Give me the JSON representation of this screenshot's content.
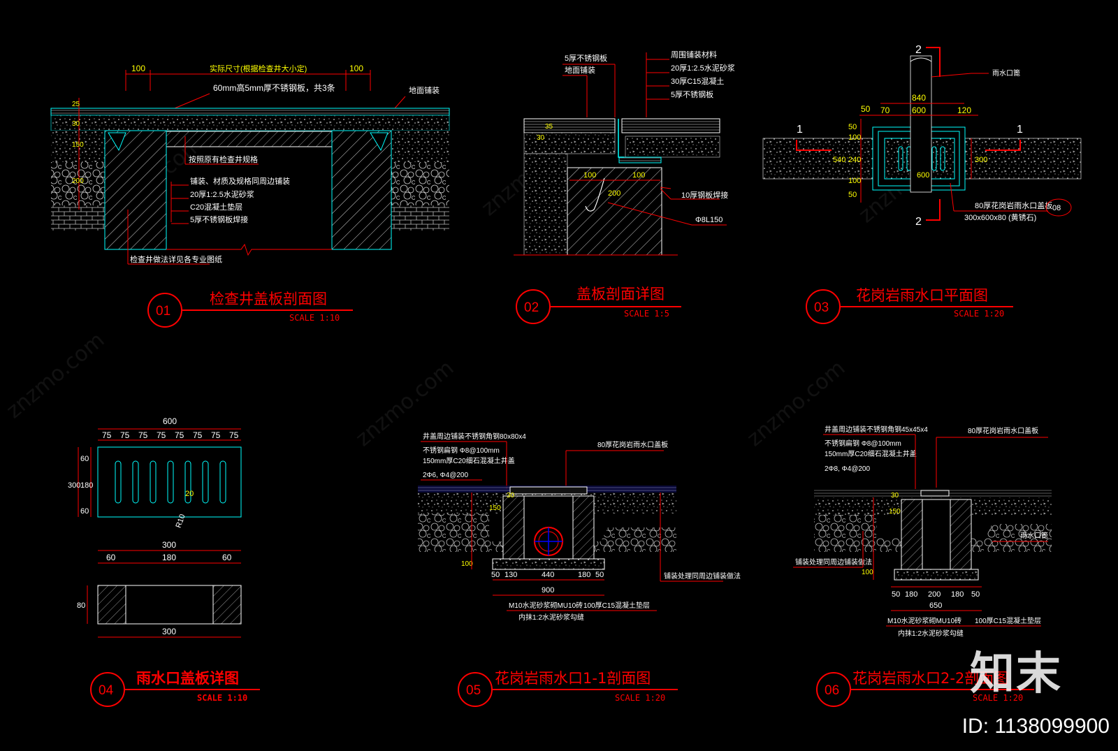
{
  "panels": [
    {
      "id": "01",
      "title": "检查井盖板剖面图",
      "scale": "SCALE 1:10"
    },
    {
      "id": "02",
      "title": "盖板剖面详图",
      "scale": "SCALE 1:5"
    },
    {
      "id": "03",
      "title": "花岗岩雨水口平面图",
      "scale": "SCALE 1:20"
    },
    {
      "id": "04",
      "title": "雨水口盖板详图",
      "scale": "SCALE 1:10"
    },
    {
      "id": "05",
      "title": "花岗岩雨水口1-1剖面图",
      "scale": "SCALE 1:20"
    },
    {
      "id": "06",
      "title": "花岗岩雨水口2-2剖面图",
      "scale": "SCALE 1:20"
    }
  ],
  "p01": {
    "dim_left": "100",
    "dim_right": "100",
    "dim_mid": "实际尺寸(根据检查井大小定)",
    "note_top": "60mm高5mm厚不锈钢板，共3条",
    "note_surface": "地面铺装",
    "layers": [
      "铺装、材质及规格同周边铺装",
      "20厚1:2.5水泥砂浆",
      "C20混凝土垫层",
      "5厚不锈钢板焊接"
    ],
    "note_mid": "按照原有检查井规格",
    "vert_dims": [
      "25",
      "30",
      "150",
      "200"
    ],
    "note_bottom": "检查井做法详见各专业图纸"
  },
  "p02": {
    "notes_left": [
      "5厚不锈钢板",
      "地面铺装"
    ],
    "notes_right": [
      "周围铺装材料",
      "20厚1:2.5水泥砂浆",
      "30厚C15混凝土",
      "5厚不锈钢板"
    ],
    "dims": [
      "100",
      "100",
      "200",
      "30",
      "35"
    ],
    "note_anchor": "10厚钢板焊接",
    "note_pipe": "Φ8L150"
  },
  "p03": {
    "section_marks": [
      "1",
      "1",
      "2",
      "2"
    ],
    "dims_top": [
      "840",
      "50",
      "70",
      "600",
      "120"
    ],
    "dims_left": [
      "50",
      "100",
      "540",
      "240",
      "100",
      "50"
    ],
    "dim_right": "300",
    "dim_inner": "600",
    "note_top": "雨水口篦",
    "note_bottom": "80厚花岗岩雨水口盖板",
    "note_size": "300x600x80 (黄锈石)",
    "detail_ref": "08"
  },
  "p04": {
    "top_total": "600",
    "top_parts": [
      "75",
      "75",
      "75",
      "75",
      "75",
      "75",
      "75",
      "75"
    ],
    "left_parts": [
      "60",
      "180",
      "60"
    ],
    "left_total": "300",
    "slot_w": "20",
    "slot_r": "R10",
    "bottom_total": "300",
    "bottom_parts": [
      "60",
      "180",
      "60"
    ],
    "section_h": "80",
    "section_total": "300"
  },
  "p05": {
    "notes_left": [
      "井盖周边铺装不锈钢角钢80x80x4",
      "不锈钢扁钢 Φ8@100mm",
      "150mm厚C20细石混凝土井盖",
      "2Φ6, Φ4@200"
    ],
    "note_right": "80厚花岗岩雨水口盖板",
    "dims_bottom": [
      "50",
      "130",
      "440",
      "180",
      "50"
    ],
    "dim_total": "900",
    "dim_v": [
      "30",
      "150",
      "100"
    ],
    "notes_bottom": [
      "M10水泥砂浆砌MU10砖",
      "内抹1:2水泥砂浆勾缝"
    ],
    "note_base": "100厚C15混凝土垫层",
    "note_side": "铺装处理同周边铺装做法"
  },
  "p06": {
    "notes_left": [
      "井盖周边铺装不锈钢角钢45x45x4",
      "不锈钢扁钢 Φ8@100mm",
      "150mm厚C20细石混凝土井盖",
      "2Φ8, Φ4@200"
    ],
    "note_right": "80厚花岗岩雨水口盖板",
    "note_side": "雨水口篦",
    "note_left2": "铺装处理同周边铺装做法",
    "dims_bottom": [
      "50",
      "180",
      "200",
      "180",
      "50"
    ],
    "dim_total": "650",
    "dim_v": [
      "30",
      "150",
      "100"
    ],
    "notes_bottom": [
      "M10水泥砂浆砌MU10砖",
      "内抹1:2水泥砂浆勾缝"
    ],
    "note_base": "100厚C15混凝土垫层"
  },
  "watermark": "znzmo.com",
  "brand": "知末",
  "image_id": "ID: 1138099900",
  "colors": {
    "line": "#ff0000",
    "cyan": "#00ffff",
    "yellow": "#ffff00",
    "white": "#ffffff",
    "gray": "#bdbdbd",
    "blue": "#4c6cff"
  }
}
